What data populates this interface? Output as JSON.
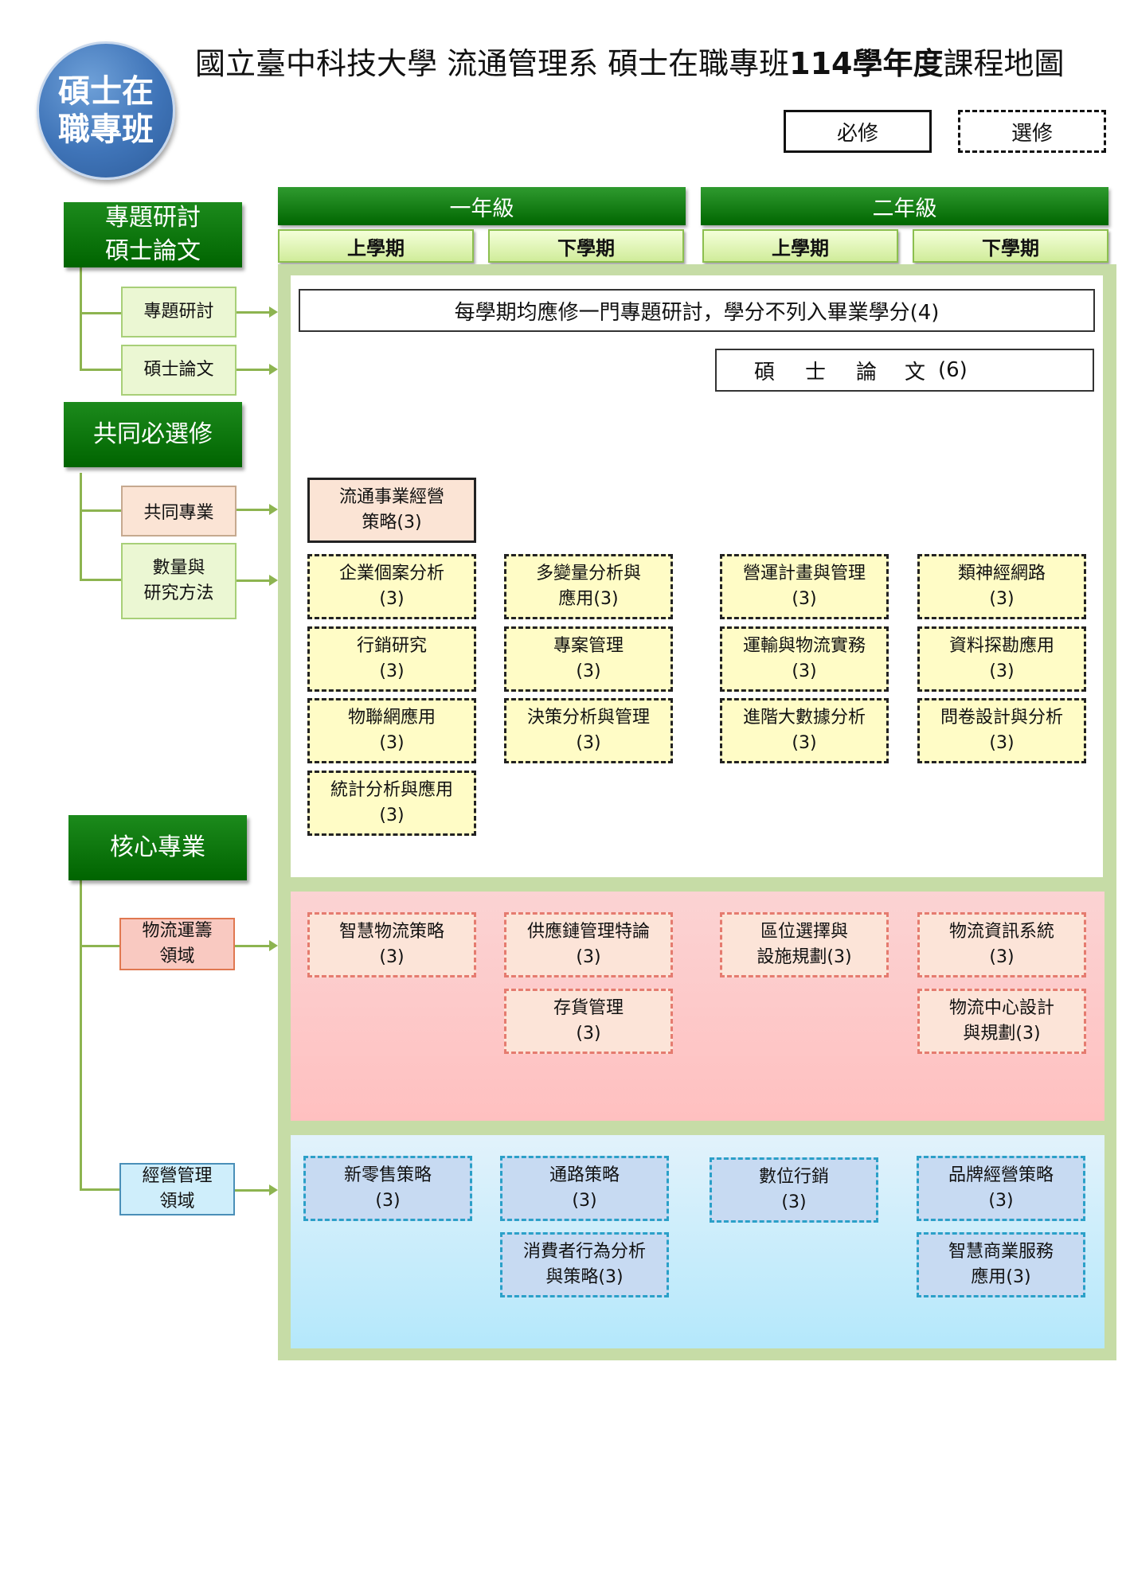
{
  "badge": "碩士在職專班",
  "title_part1": "國立臺中科技大學 流通管理系 碩士在職專班 ",
  "title_bold": "114學年度",
  "title_part2": "課程地圖",
  "legend": {
    "required": "必修",
    "elective": "選修"
  },
  "header": {
    "year1": "一年級",
    "year2": "二年級",
    "semesters": [
      "上學期",
      "下學期",
      "上學期",
      "下學期"
    ]
  },
  "sidebar": {
    "seminar_thesis": "專題研討\n碩士論文",
    "seminar": "專題研討",
    "thesis": "碩士論文",
    "common": "共同必選修",
    "common_prof": "共同專業",
    "quant": "數量與\n研究方法",
    "core": "核心專業",
    "logistics": "物流運籌\n領域",
    "business": "經營管理\n領域"
  },
  "notice": "每學期均應修一門專題研討，學分不列入畢業學分(4)",
  "thesis_label": [
    "碩",
    "士",
    "論",
    "文",
    "(6)"
  ],
  "courses": {
    "common_prof": "流通事業經營\n策略(3)",
    "quant": [
      "企業個案分析\n(3)",
      "多變量分析與\n應用(3)",
      "營運計畫與管理\n(3)",
      "類神經網路\n(3)",
      "行銷研究\n(3)",
      "專案管理\n(3)",
      "運輸與物流實務\n(3)",
      "資料探勘應用\n(3)",
      "物聯網應用\n(3)",
      "決策分析與管理\n(3)",
      "進階大數據分析\n(3)",
      "問卷設計與分析\n(3)",
      "統計分析與應用\n(3)"
    ],
    "logistics": [
      "智慧物流策略\n(3)",
      "供應鏈管理特論\n(3)",
      "區位選擇與\n設施規劃(3)",
      "物流資訊系統\n(3)",
      "存貨管理\n(3)",
      "物流中心設計\n與規劃(3)"
    ],
    "business": [
      "新零售策略\n(3)",
      "通路策略\n(3)",
      "數位行銷\n(3)",
      "品牌經營策略\n(3)",
      "消費者行為分析\n與策略(3)",
      "智慧商業服務\n應用(3)"
    ]
  }
}
